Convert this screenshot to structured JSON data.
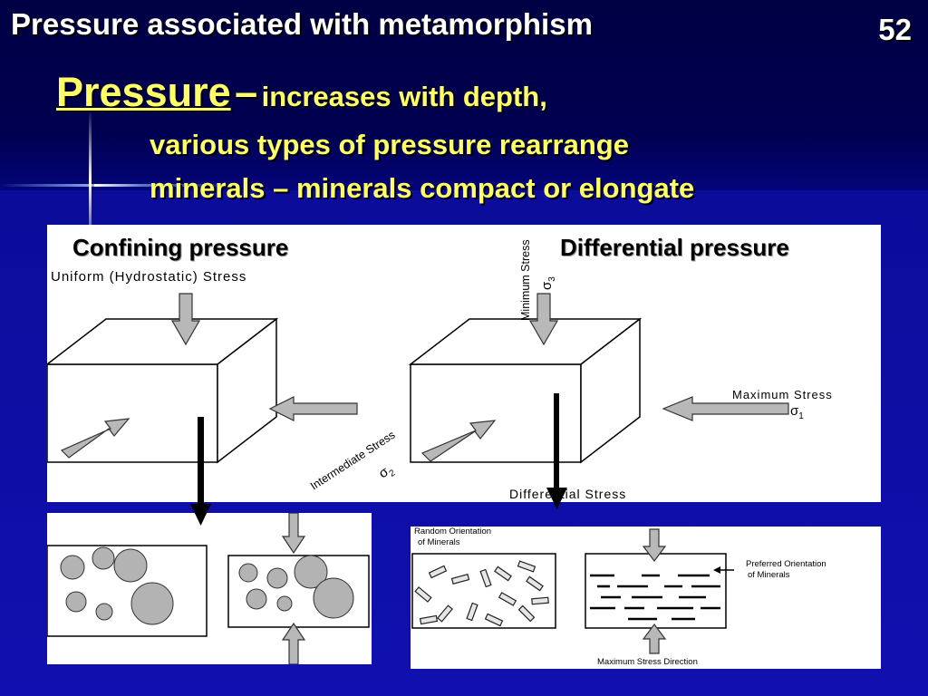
{
  "slide": {
    "title": "Pressure associated with metamorphism",
    "number": "52",
    "heading_word": "Pressure",
    "heading_dash": "–",
    "heading_rest": "increases with depth,",
    "line2": "various types of pressure rearrange",
    "line3": "minerals – minerals compact or elongate"
  },
  "diagram": {
    "confining_label": "Confining pressure",
    "differential_label": "Differential pressure",
    "uniform_stress": "Uniform (Hydrostatic) Stress",
    "minimum_stress": "Minimum Stress",
    "sigma3": "σ",
    "sigma3_sub": "3",
    "maximum_stress": "Maximum Stress",
    "sigma1": "σ",
    "sigma1_sub": "1",
    "intermediate_stress": "Intermediate Stress",
    "sigma2": "σ",
    "sigma2_sub": "2",
    "differential_stress": "Differential Stress",
    "random_orientation_1": "Random Orientation",
    "random_orientation_2": "of Minerals",
    "preferred_orientation_1": "Preferred Orientation",
    "preferred_orientation_2": "of Minerals",
    "max_stress_direction": "Maximum Stress Direction"
  },
  "colors": {
    "background": "#0a0a8a",
    "title_text": "#ffffff",
    "heading_text": "#ffff66",
    "arrow_fill": "#b8b8b8",
    "grain_fill": "#b3b3b3"
  }
}
